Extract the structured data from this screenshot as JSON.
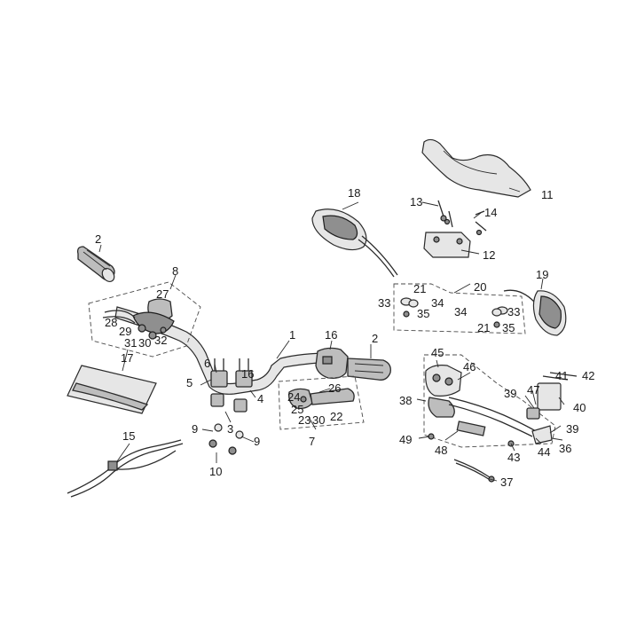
{
  "callouts": [
    {
      "id": "c1",
      "text": "1"
    },
    {
      "id": "c2a",
      "text": "2"
    },
    {
      "id": "c2b",
      "text": "2"
    },
    {
      "id": "c3",
      "text": "3"
    },
    {
      "id": "c4",
      "text": "4"
    },
    {
      "id": "c5",
      "text": "5"
    },
    {
      "id": "c6",
      "text": "6"
    },
    {
      "id": "c7",
      "text": "7"
    },
    {
      "id": "c8",
      "text": "8"
    },
    {
      "id": "c9a",
      "text": "9"
    },
    {
      "id": "c9b",
      "text": "9"
    },
    {
      "id": "c10",
      "text": "10"
    },
    {
      "id": "c11",
      "text": "11"
    },
    {
      "id": "c12",
      "text": "12"
    },
    {
      "id": "c13",
      "text": "13"
    },
    {
      "id": "c14",
      "text": "14"
    },
    {
      "id": "c15",
      "text": "15"
    },
    {
      "id": "c16a",
      "text": "16"
    },
    {
      "id": "c16b",
      "text": "16"
    },
    {
      "id": "c17",
      "text": "17"
    },
    {
      "id": "c18",
      "text": "18"
    },
    {
      "id": "c19",
      "text": "19"
    },
    {
      "id": "c20",
      "text": "20"
    },
    {
      "id": "c21a",
      "text": "21"
    },
    {
      "id": "c21b",
      "text": "21"
    },
    {
      "id": "c22",
      "text": "22"
    },
    {
      "id": "c23",
      "text": "23"
    },
    {
      "id": "c24",
      "text": "24"
    },
    {
      "id": "c25",
      "text": "25"
    },
    {
      "id": "c26",
      "text": "26"
    },
    {
      "id": "c27",
      "text": "27"
    },
    {
      "id": "c28",
      "text": "28"
    },
    {
      "id": "c29",
      "text": "29"
    },
    {
      "id": "c30a",
      "text": "30"
    },
    {
      "id": "c30b",
      "text": "30"
    },
    {
      "id": "c31",
      "text": "31"
    },
    {
      "id": "c32",
      "text": "32"
    },
    {
      "id": "c33a",
      "text": "33"
    },
    {
      "id": "c33b",
      "text": "33"
    },
    {
      "id": "c34a",
      "text": "34"
    },
    {
      "id": "c34b",
      "text": "34"
    },
    {
      "id": "c35a",
      "text": "35"
    },
    {
      "id": "c35b",
      "text": "35"
    },
    {
      "id": "c36",
      "text": "36"
    },
    {
      "id": "c37",
      "text": "37"
    },
    {
      "id": "c38",
      "text": "38"
    },
    {
      "id": "c39a",
      "text": "39"
    },
    {
      "id": "c39b",
      "text": "39"
    },
    {
      "id": "c40",
      "text": "40"
    },
    {
      "id": "c41",
      "text": "41"
    },
    {
      "id": "c42",
      "text": "42"
    },
    {
      "id": "c43",
      "text": "43"
    },
    {
      "id": "c44",
      "text": "44"
    },
    {
      "id": "c45",
      "text": "45"
    },
    {
      "id": "c46",
      "text": "46"
    },
    {
      "id": "c47",
      "text": "47"
    },
    {
      "id": "c48",
      "text": "48"
    },
    {
      "id": "c49",
      "text": "49"
    }
  ]
}
